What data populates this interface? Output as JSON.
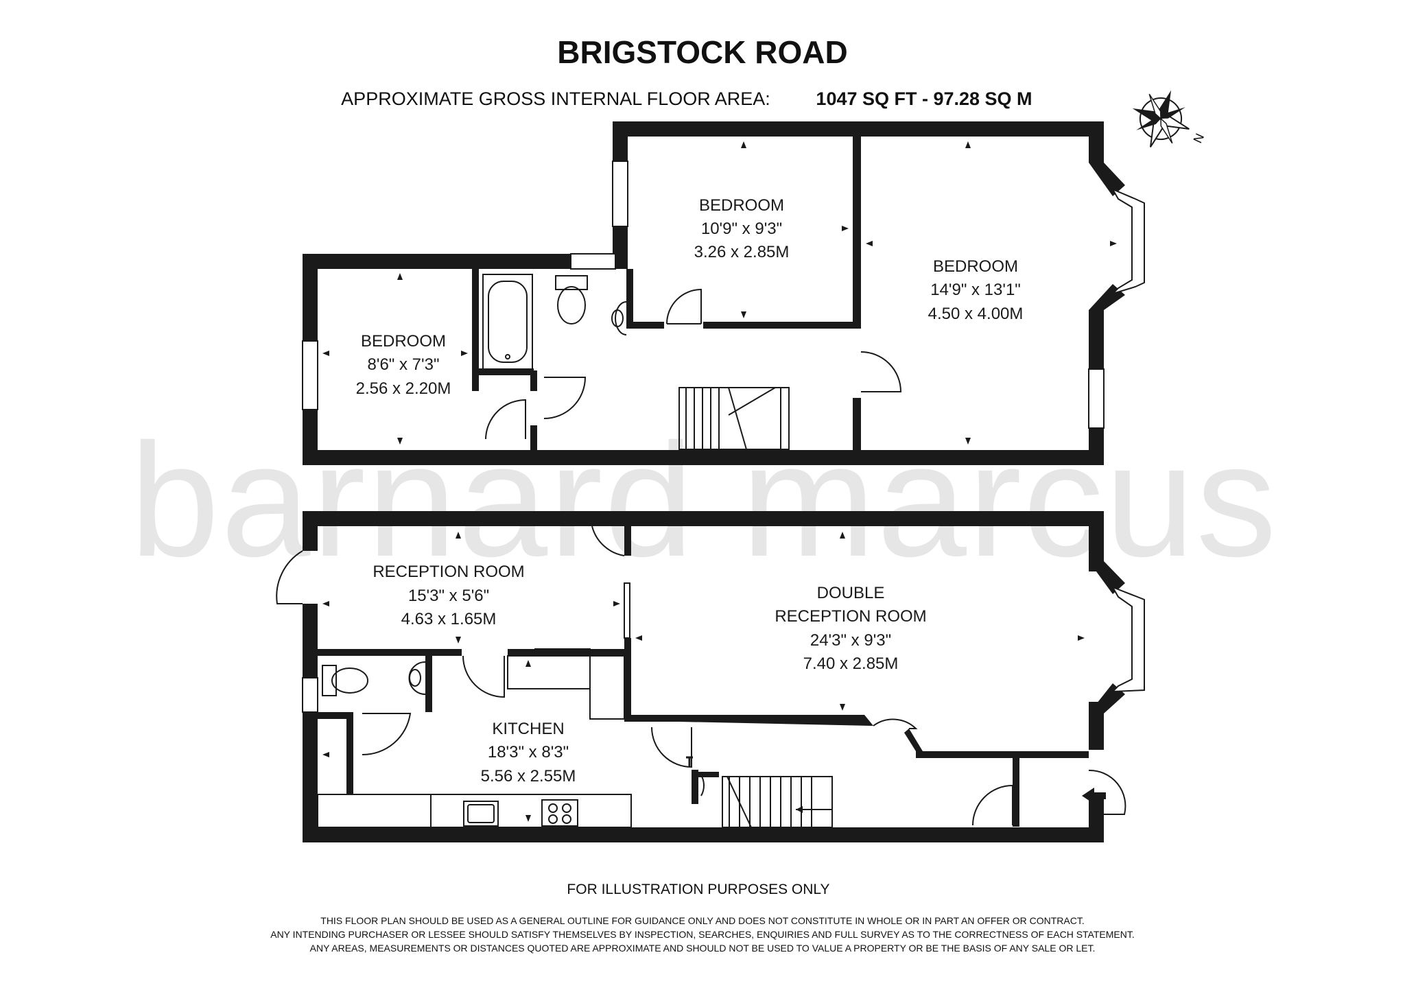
{
  "header": {
    "title": "BRIGSTOCK ROAD",
    "area_label": "APPROXIMATE GROSS INTERNAL FLOOR AREA:",
    "area_value": "1047 SQ FT  -  97.28 SQ M"
  },
  "compass": {
    "north_label": "N"
  },
  "watermark": {
    "text": "barnard marcus",
    "color": "#e6e6e6"
  },
  "first_floor": {
    "rooms": [
      {
        "name": "BEDROOM",
        "imperial": "10'9\" x 9'3\"",
        "metric": "3.26 x 2.85M"
      },
      {
        "name": "BEDROOM",
        "imperial": "14'9\" x 13'1\"",
        "metric": "4.50 x 4.00M"
      },
      {
        "name": "BEDROOM",
        "imperial": "8'6\" x 7'3\"",
        "metric": "2.56 x 2.20M"
      }
    ]
  },
  "ground_floor": {
    "rooms": [
      {
        "name": "RECEPTION ROOM",
        "imperial": "15'3\" x 5'6\"",
        "metric": "4.63 x 1.65M"
      },
      {
        "name_line1": "DOUBLE",
        "name_line2": "RECEPTION ROOM",
        "imperial": "24'3\" x 9'3\"",
        "metric": "7.40 x 2.85M"
      },
      {
        "name": "KITCHEN",
        "imperial": "18'3\" x 8'3\"",
        "metric": "5.56 x 2.55M"
      }
    ]
  },
  "footer": {
    "note": "FOR ILLUSTRATION PURPOSES ONLY",
    "disclaimer": [
      "THIS FLOOR PLAN SHOULD BE USED AS A GENERAL OUTLINE FOR GUIDANCE ONLY AND DOES NOT CONSTITUTE IN WHOLE OR IN PART AN OFFER OR CONTRACT.",
      "ANY INTENDING PURCHASER OR LESSEE SHOULD SATISFY THEMSELVES BY INSPECTION, SEARCHES, ENQUIRIES AND FULL SURVEY AS TO THE CORRECTNESS OF EACH STATEMENT.",
      "ANY AREAS, MEASUREMENTS OR DISTANCES QUOTED ARE APPROXIMATE AND SHOULD NOT BE USED TO VALUE A PROPERTY OR BE THE BASIS OF ANY SALE OR LET."
    ]
  }
}
